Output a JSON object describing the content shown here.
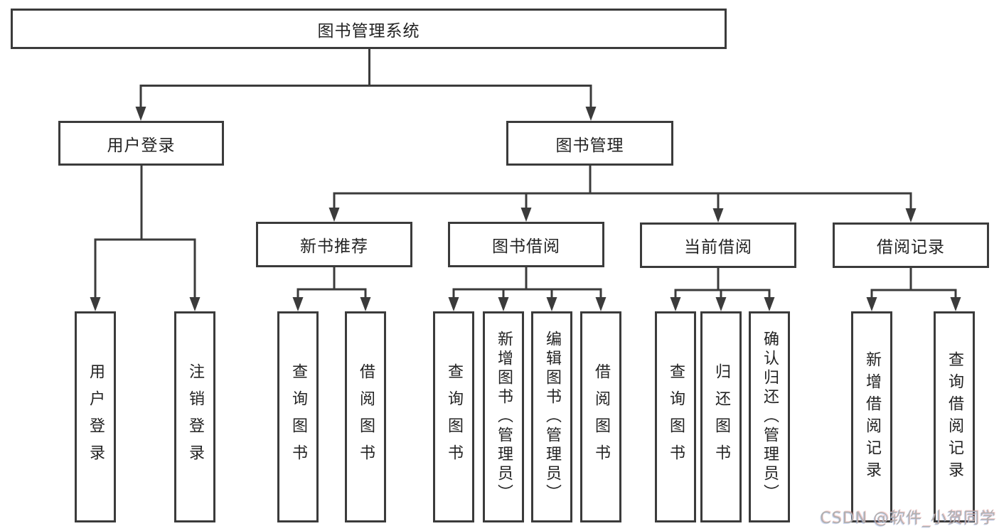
{
  "diagram": {
    "root": "图书管理系统",
    "branches": [
      {
        "label": "用户登录",
        "leaves": [
          "用户登录",
          "注销登录"
        ]
      },
      {
        "label": "图书管理",
        "sections": [
          {
            "label": "新书推荐",
            "leaves": [
              "查询图书",
              "借阅图书"
            ]
          },
          {
            "label": "图书借阅",
            "leaves": [
              "查询图书",
              "新增图书（管理员）",
              "编辑图书（管理员）",
              "借阅图书"
            ]
          },
          {
            "label": "当前借阅",
            "leaves": [
              "查询图书",
              "归还图书",
              "确认归还（管理员）"
            ]
          },
          {
            "label": "借阅记录",
            "leaves": [
              "新增借阅记录",
              "查询借阅记录"
            ]
          }
        ]
      }
    ]
  },
  "watermark": "CSDN @软件_小贺同学",
  "colors": {
    "line": "#3b3b3b",
    "text": "#232323",
    "background": "#ffffff",
    "watermark": "#b0b0b0"
  }
}
